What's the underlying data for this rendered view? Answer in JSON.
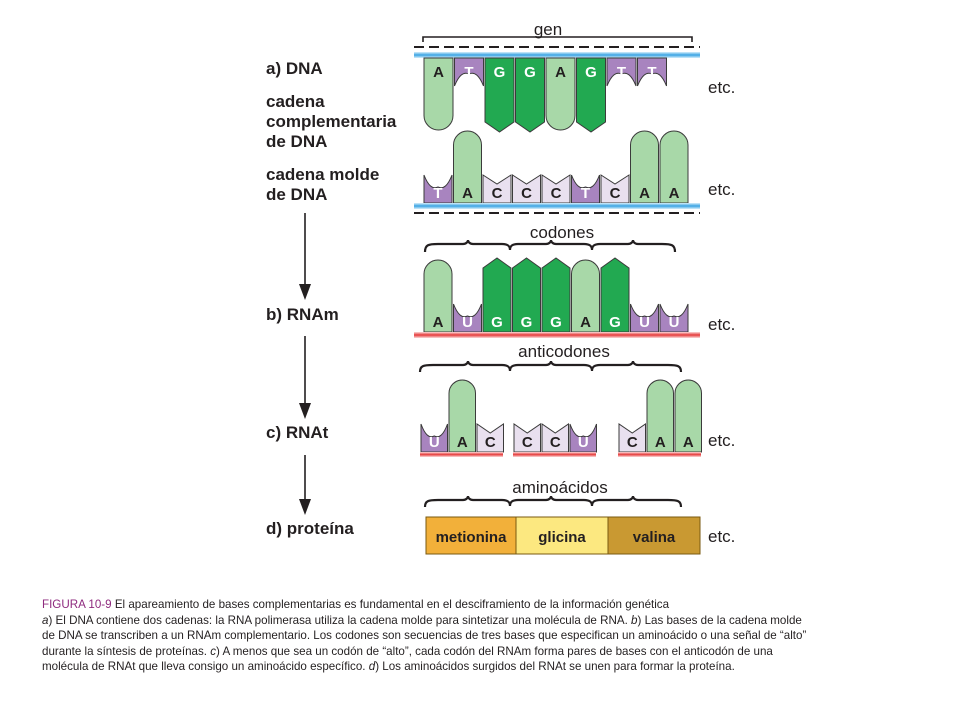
{
  "labels": {
    "gen": "gen",
    "a_dna": "a) DNA",
    "cadena_complementaria": [
      "cadena",
      "complementaria",
      "de DNA"
    ],
    "cadena_molde": [
      "cadena molde",
      "de DNA"
    ],
    "b_rnam": "b) RNAm",
    "c_rnat": "c) RNAt",
    "d_proteina": "d) proteína",
    "codones": "codones",
    "anticodones": "anticodones",
    "aminoacidos": "aminoácidos",
    "etc": "etc."
  },
  "rows": {
    "complementary": [
      "A",
      "T",
      "G",
      "G",
      "A",
      "G",
      "T",
      "T"
    ],
    "template": [
      "T",
      "A",
      "C",
      "C",
      "C",
      "T",
      "C",
      "A",
      "A"
    ],
    "mrna": [
      "A",
      "U",
      "G",
      "G",
      "G",
      "A",
      "G",
      "U",
      "U"
    ],
    "trna": [
      "U",
      "A",
      "C",
      "C",
      "C",
      "U",
      "C",
      "A",
      "A"
    ]
  },
  "protein": [
    "metionina",
    "glicina",
    "valina"
  ],
  "colors": {
    "adenine": "#a8d8a8",
    "guanine": "#22a951",
    "thymine_uracil": "#a884bf",
    "cytosine": "#e9e0ef",
    "backbone_dna": "#3aa3e3",
    "backbone_rna": "#e53a3a",
    "metionina": "#f2b03a",
    "glicina": "#fce880",
    "valina": "#c99932"
  },
  "caption": {
    "title": "FIGURA 10-9",
    "title_text": " El apareamiento de bases complementarias es fundamental en el desciframiento de la información genética",
    "lines": [
      [
        "a",
        ") El DNA contiene dos cadenas: la RNA polimerasa utiliza la cadena molde para sintetizar una molécula de RNA. ",
        "b",
        ") Las bases de la cadena molde"
      ],
      [
        "",
        "de DNA se transcriben a un RNAm complementario. Los codones son secuencias de tres bases que especifican un aminoácido o una señal de “alto”"
      ],
      [
        "",
        "durante la síntesis de proteínas. ",
        "c",
        ") A menos que sea un codón de “alto”, cada codón del RNAm forma pares de bases con el anticodón de una"
      ],
      [
        "",
        "molécula de RNAt que lleva consigo un aminoácido específico. ",
        "d",
        ") Los aminoácidos surgidos del RNAt se unen para formar la proteína."
      ]
    ]
  }
}
